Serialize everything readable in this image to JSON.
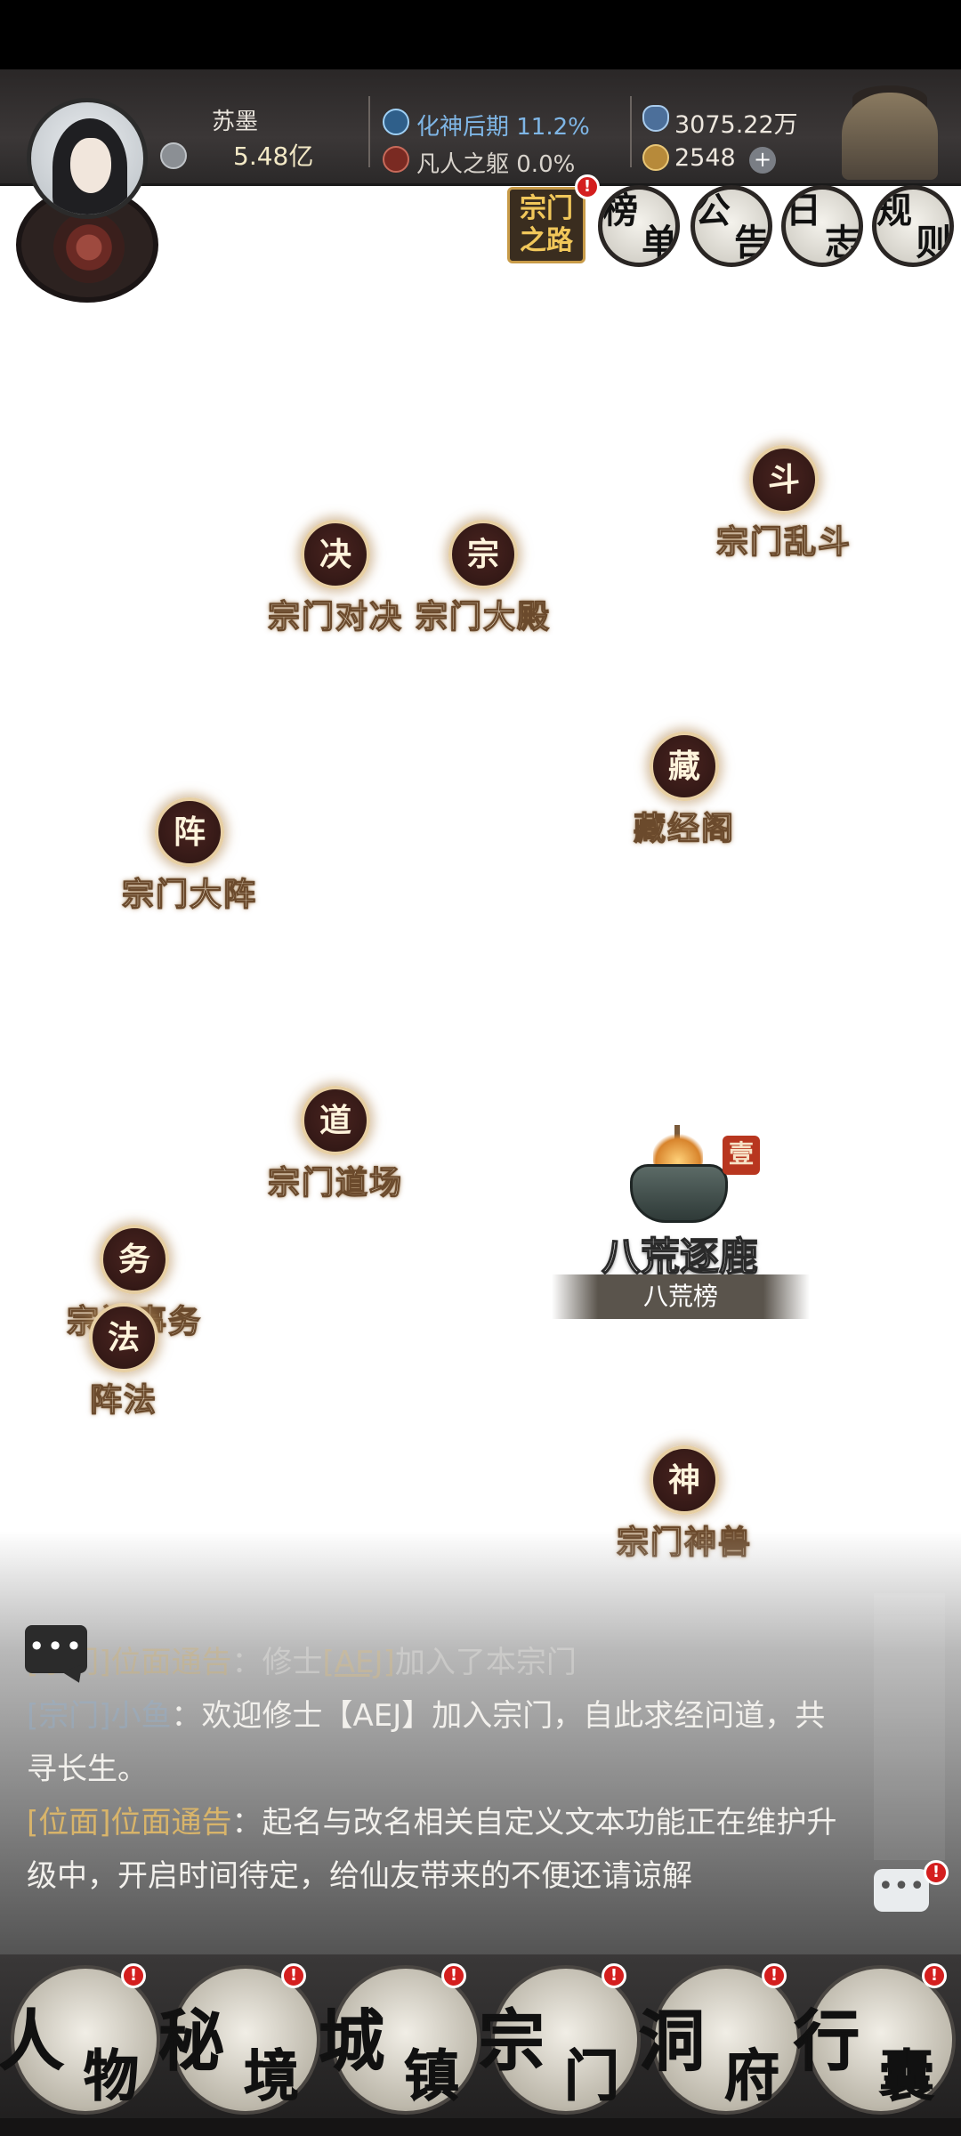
{
  "header": {
    "player_name": "苏墨",
    "spirit_stones": "5.48亿",
    "realm": "化神后期 11.2%",
    "body_level": "凡人之躯 0.0%",
    "resource_primary": "3075.22万",
    "resource_secondary": "2548",
    "plus_symbol": "+"
  },
  "top_menu": {
    "sect_road": [
      "宗门",
      "之路"
    ],
    "ranking": [
      "榜",
      "单"
    ],
    "announcement": [
      "公",
      "告"
    ],
    "log": [
      "日",
      "志"
    ],
    "rules": [
      "规",
      "则"
    ],
    "badge": "!"
  },
  "map_nodes": {
    "dou": {
      "char": "斗",
      "label": "宗门乱斗"
    },
    "jue": {
      "char": "决",
      "label": "宗门对决"
    },
    "zong": {
      "char": "宗",
      "label": "宗门大殿"
    },
    "cang": {
      "char": "藏",
      "label": "藏经阁"
    },
    "zhen": {
      "char": "阵",
      "label": "宗门大阵"
    },
    "dao": {
      "char": "道",
      "label": "宗门道场"
    },
    "wu": {
      "char": "务",
      "label": "宗门事务"
    },
    "fa": {
      "char": "法",
      "label": "阵法"
    },
    "shen": {
      "char": "神",
      "label": "宗门神兽"
    }
  },
  "bahuang": {
    "title": "八荒逐鹿",
    "ribbon": "八荒榜",
    "seal": "壹"
  },
  "chat": {
    "icon_dots": "•••",
    "messages": [
      {
        "tag": "[宗门]",
        "name": "位面通告",
        "sep": "：",
        "pre": "修士",
        "highlight": "[AEJ]",
        "post": "加入了本宗门"
      },
      {
        "tag": "[宗门]",
        "name": "小鱼",
        "sep": "：",
        "text": "欢迎修士【AEJ】加入宗门，自此求经问道，共寻长生。"
      },
      {
        "tag": "[位面]",
        "name": "位面通告",
        "sep": "：",
        "text": "起名与改名相关自定义文本功能正在维护升级中，开启时间待定，给仙友带来的不便还请谅解"
      }
    ]
  },
  "side_chat_dots": "•••",
  "bottom_nav": [
    {
      "c1": "人",
      "c2": "物"
    },
    {
      "c1": "秘",
      "c2": "境"
    },
    {
      "c1": "城",
      "c2": "镇"
    },
    {
      "c1": "宗",
      "c2": "门"
    },
    {
      "c1": "洞",
      "c2": "府"
    },
    {
      "c1": "行",
      "c2": "囊"
    }
  ],
  "colors": {
    "accent_gold": "#f1c75a",
    "badge_red": "#d41e1e",
    "realm_blue": "#7fb6e6"
  }
}
